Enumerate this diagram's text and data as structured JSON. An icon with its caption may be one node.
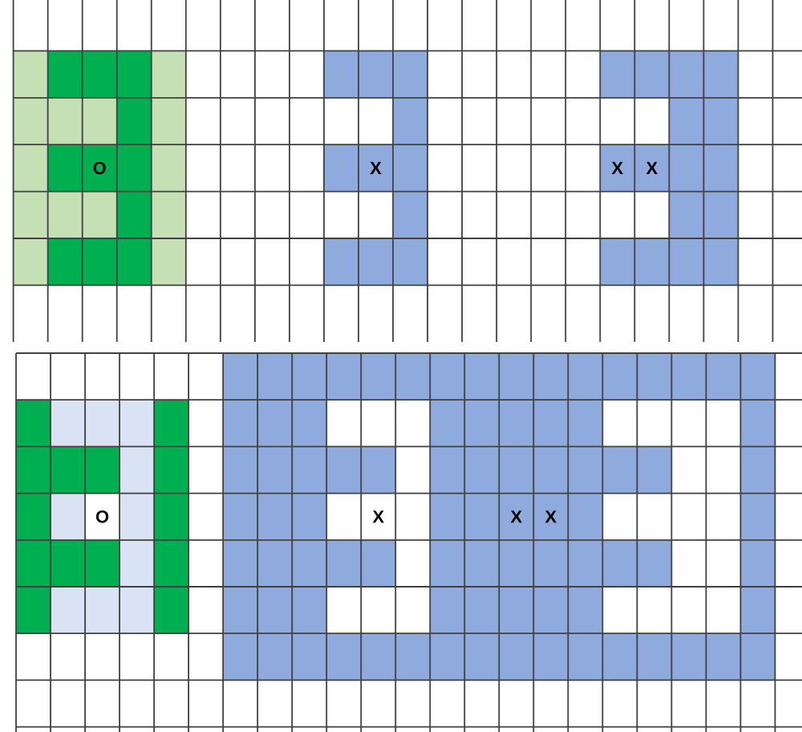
{
  "diagram": {
    "labels": [
      "O",
      "X",
      "X",
      "X",
      "O",
      "X",
      "X",
      "X"
    ]
  }
}
